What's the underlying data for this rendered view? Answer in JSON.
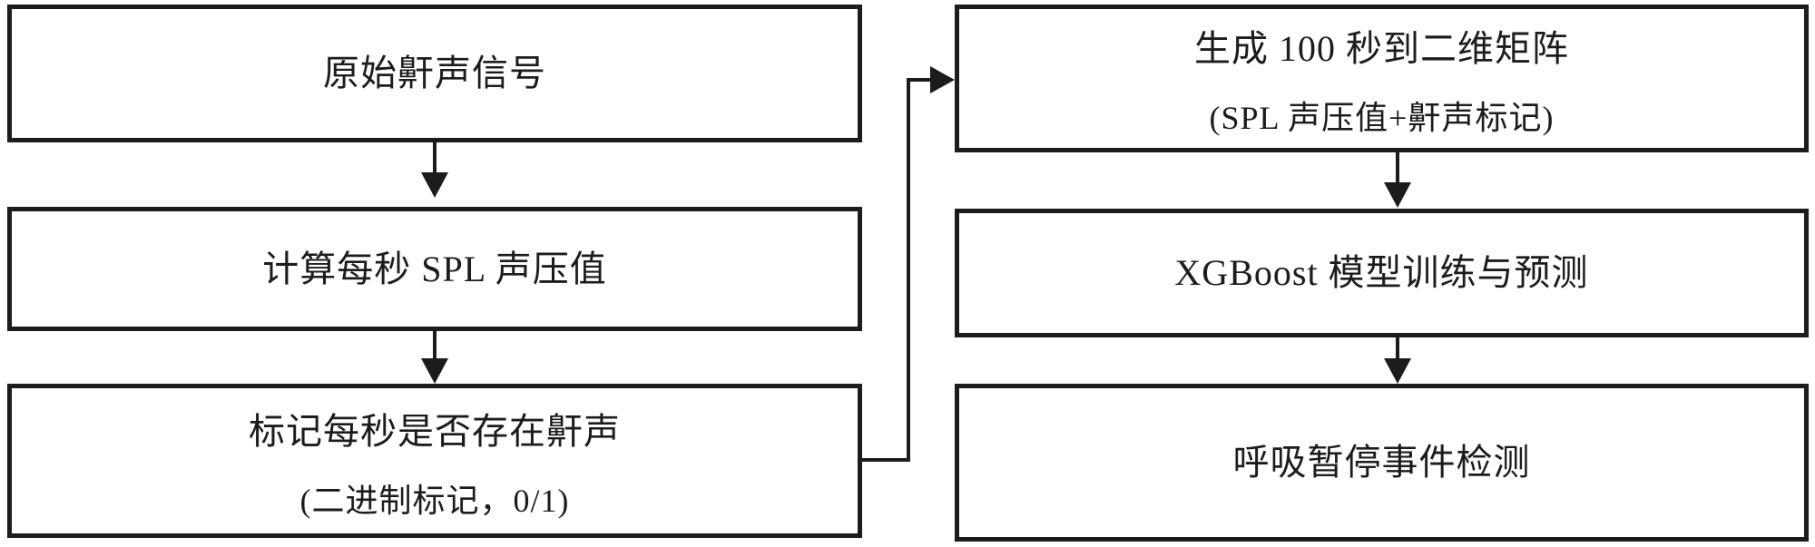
{
  "figure": {
    "type": "flowchart",
    "background_color": "#ffffff",
    "line_color": "#1c1c1c",
    "text_color": "#1c1c1c",
    "left_column": [
      {
        "title": "原始鼾声信号"
      },
      {
        "title": "计算每秒 SPL 声压值"
      },
      {
        "title": "标记每秒是否存在鼾声",
        "subtitle": "(二进制标记，0/1)"
      }
    ],
    "right_column": [
      {
        "title": "生成 100 秒到二维矩阵",
        "subtitle": "(SPL 声压值+鼾声标记)"
      },
      {
        "title": "XGBoost 模型训练与预测"
      },
      {
        "title": "呼吸暂停事件检测"
      }
    ]
  }
}
